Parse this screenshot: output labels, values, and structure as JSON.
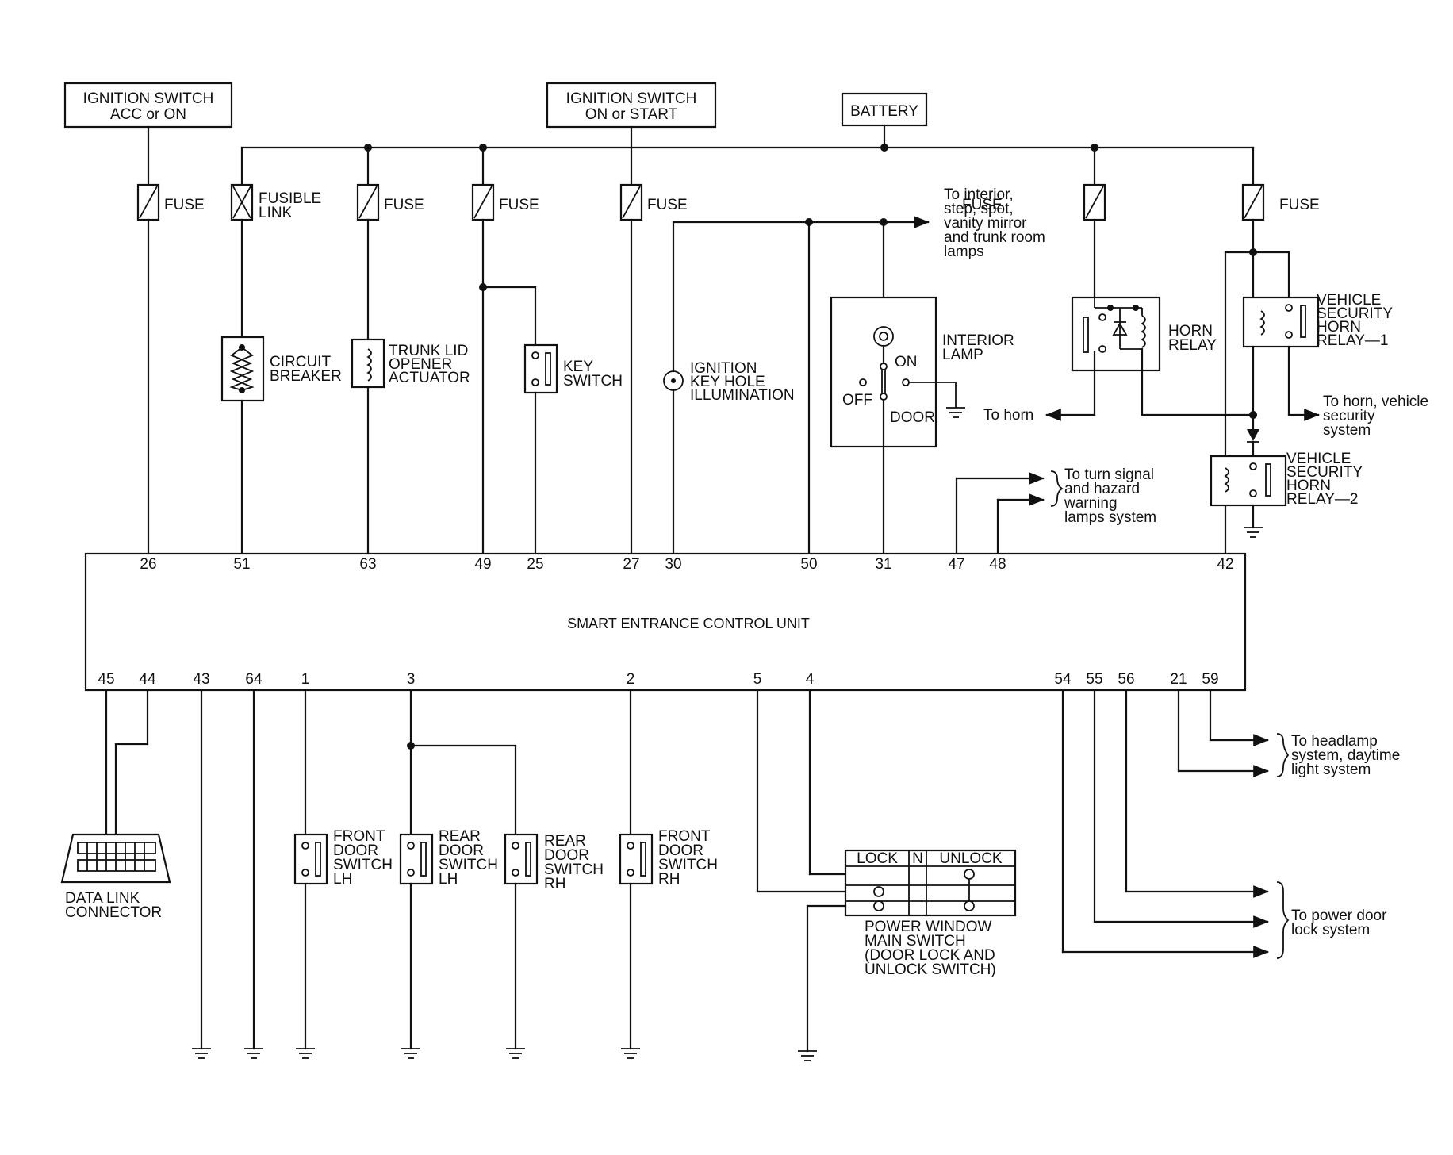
{
  "sources": {
    "ign_acc": [
      "IGNITION SWITCH",
      "ACC or ON"
    ],
    "ign_on": [
      "IGNITION SWITCH",
      "ON or START"
    ],
    "battery": "BATTERY"
  },
  "fuse_labels": {
    "fuse": "FUSE",
    "fusible_link": [
      "FUSIBLE",
      "LINK"
    ]
  },
  "components": {
    "circuit_breaker": [
      "CIRCUIT",
      "BREAKER"
    ],
    "trunk_lid": [
      "TRUNK LID",
      "OPENER",
      "ACTUATOR"
    ],
    "key_switch": [
      "KEY",
      "SWITCH"
    ],
    "key_hole": [
      "IGNITION",
      "KEY HOLE",
      "ILLUMINATION"
    ],
    "interior_lamp": [
      "INTERIOR",
      "LAMP"
    ],
    "lamp_on": "ON",
    "lamp_off": "OFF",
    "lamp_door": "DOOR",
    "horn_relay": [
      "HORN",
      "RELAY"
    ],
    "security_relay_1": [
      "VEHICLE",
      "SECURITY",
      "HORN",
      "RELAY—1"
    ],
    "security_relay_2": [
      "VEHICLE",
      "SECURITY",
      "HORN",
      "RELAY—2"
    ],
    "data_link": [
      "DATA LINK",
      "CONNECTOR"
    ],
    "front_door_lh": [
      "FRONT",
      "DOOR",
      "SWITCH",
      "LH"
    ],
    "rear_door_lh": [
      "REAR",
      "DOOR",
      "SWITCH",
      "LH"
    ],
    "rear_door_rh": [
      "REAR",
      "DOOR",
      "SWITCH",
      "RH"
    ],
    "front_door_rh": [
      "FRONT",
      "DOOR",
      "SWITCH",
      "RH"
    ],
    "pw_switch": [
      "POWER WINDOW",
      "MAIN SWITCH",
      "(DOOR LOCK AND",
      "UNLOCK SWITCH)"
    ],
    "pw_headers": [
      "LOCK",
      "N",
      "UNLOCK"
    ]
  },
  "destinations": {
    "interior_lamps": [
      "To interior,",
      "step, spot,",
      "vanity mirror",
      "and trunk room",
      "lamps"
    ],
    "to_horn": "To horn",
    "horn_security": [
      "To horn, vehicle",
      "security",
      "system"
    ],
    "turn_signal": [
      "To turn signal",
      "and hazard",
      "warning",
      "lamps system"
    ],
    "headlamp": [
      "To headlamp",
      "system, daytime",
      "light system"
    ],
    "power_door": [
      "To power door",
      "lock system"
    ]
  },
  "control_unit": {
    "title": "SMART ENTRANCE CONTROL UNIT",
    "top_pins": [
      "26",
      "51",
      "63",
      "49",
      "25",
      "27",
      "30",
      "50",
      "31",
      "47",
      "48",
      "42"
    ],
    "bottom_pins": [
      "45",
      "44",
      "43",
      "64",
      "1",
      "3",
      "2",
      "5",
      "4",
      "54",
      "55",
      "56",
      "21",
      "59"
    ]
  }
}
